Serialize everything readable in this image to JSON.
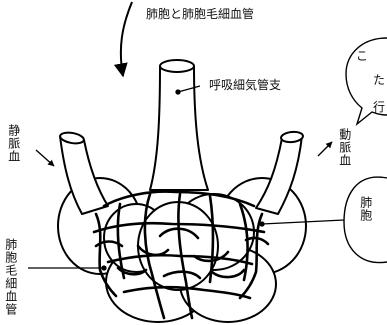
{
  "labels": {
    "title": "肺胞と肺胞毛細血管",
    "bronchiole": "呼吸細気管支",
    "vein": "静脈血",
    "artery": "動脈血",
    "capillary": "肺胞毛細血管",
    "alveolus": "肺胞"
  },
  "bubble": {
    "line1": "こ",
    "line2": "た",
    "line3": "行"
  }
}
